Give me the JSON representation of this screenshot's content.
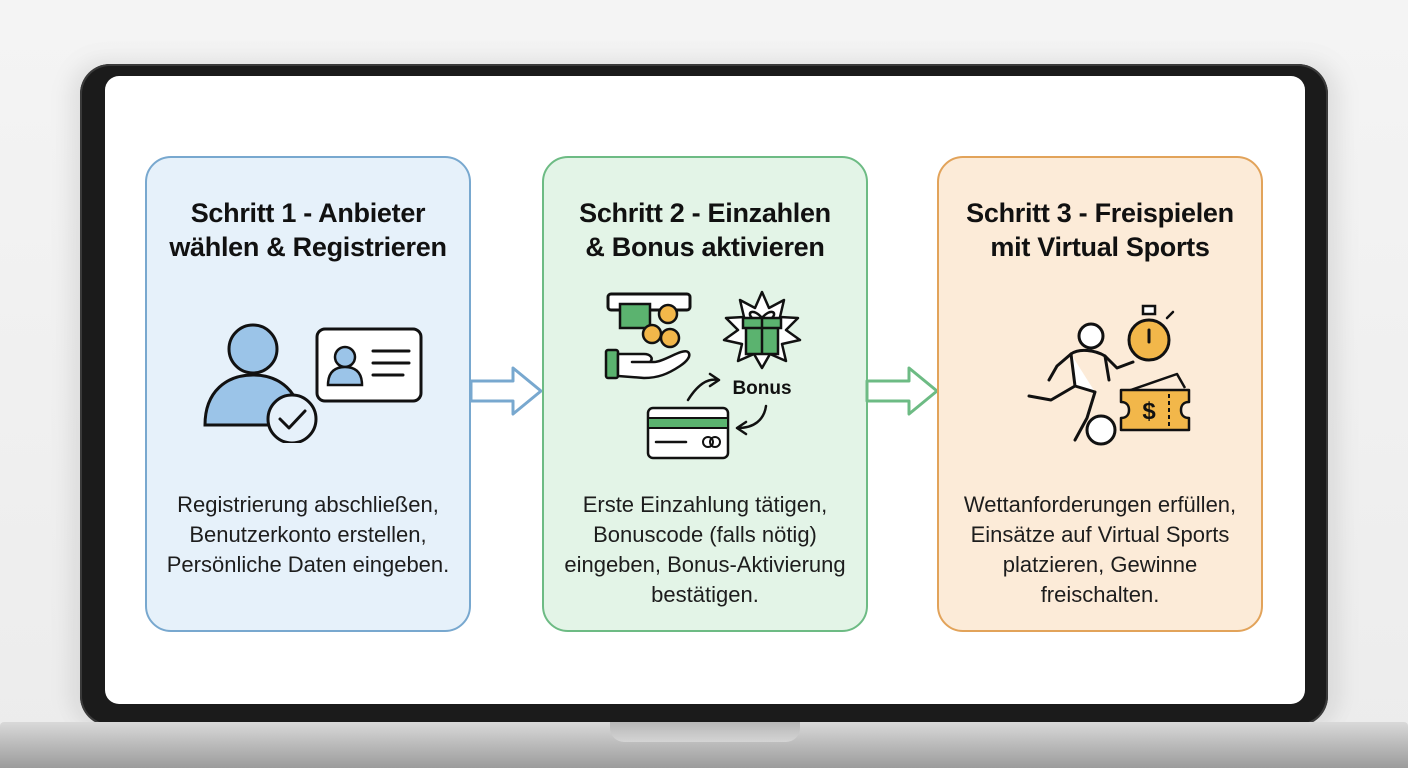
{
  "steps": [
    {
      "title": [
        "Schritt 1 - Anbieter",
        "wählen & Registrieren"
      ],
      "description": [
        "Registrierung abschließen,",
        "Benutzerkonto erstellen,",
        "Persönliche Daten eingeben."
      ],
      "icon": "user-id-card-icon",
      "accent": "#78a8cf",
      "background": "#e6f1fa"
    },
    {
      "title": [
        "Schritt 2 - Einzahlen",
        "& Bonus aktivieren"
      ],
      "description": [
        "Erste Einzahlung tätigen,",
        "Bonuscode (falls nötig)",
        "eingeben, Bonus-Aktivierung",
        "bestätigen."
      ],
      "icon": "deposit-bonus-icon",
      "icon_label": "Bonus",
      "accent": "#6dbb84",
      "background": "#e3f4e7"
    },
    {
      "title": [
        "Schritt 3 - Freispielen",
        "mit Virtual Sports"
      ],
      "description": [
        "Wettanforderungen erfüllen,",
        "Einsätze auf Virtual Sports",
        "platzieren, Gewinne",
        "freischalten."
      ],
      "icon": "virtual-sports-icon",
      "accent": "#e2a35a",
      "background": "#fcebd8"
    }
  ],
  "arrows": [
    "arrow-right-blue-icon",
    "arrow-right-green-icon"
  ]
}
